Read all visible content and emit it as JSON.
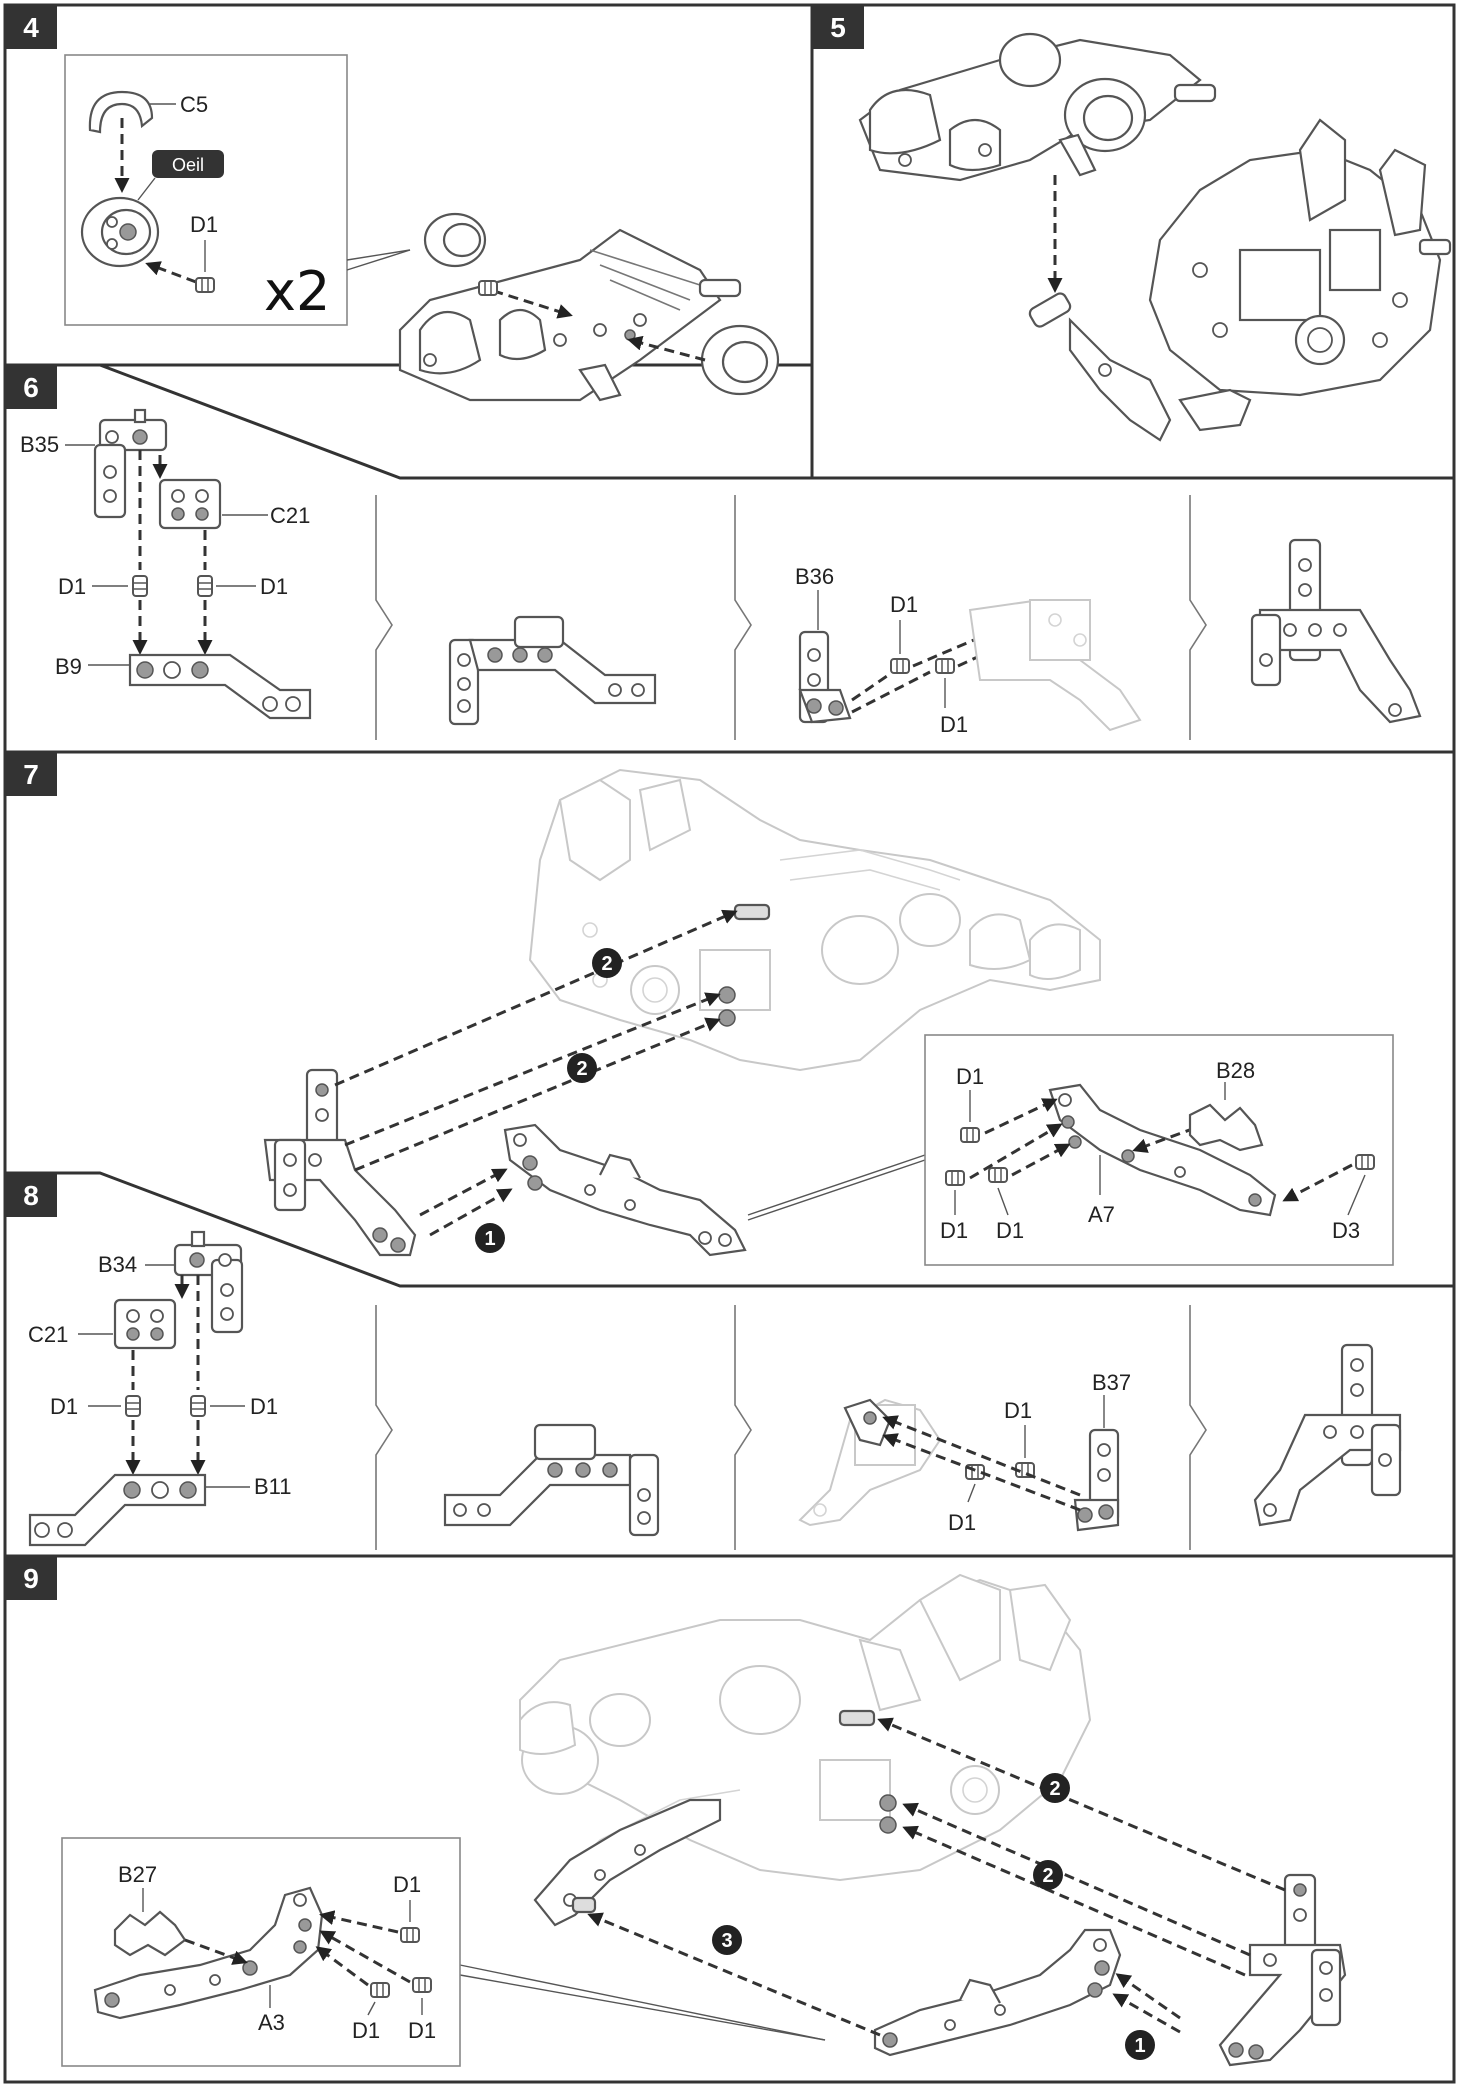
{
  "steps": {
    "s4": {
      "number": "4",
      "multiplier": "x2",
      "tag": "Oeil",
      "labels": {
        "c5": "C5",
        "d1": "D1"
      }
    },
    "s5": {
      "number": "5"
    },
    "s6": {
      "number": "6",
      "labels": {
        "b35": "B35",
        "c21": "C21",
        "d1a": "D1",
        "d1b": "D1",
        "b9": "B9",
        "b36": "B36",
        "d1c": "D1",
        "d1d": "D1"
      }
    },
    "s7": {
      "number": "7",
      "callouts": {
        "c1": "1",
        "c2a": "2",
        "c2b": "2"
      },
      "labels": {
        "d1a": "D1",
        "b28": "B28",
        "d1b": "D1",
        "d1c": "D1",
        "a7": "A7",
        "d3": "D3"
      }
    },
    "s8": {
      "number": "8",
      "labels": {
        "b34": "B34",
        "c21": "C21",
        "d1a": "D1",
        "d1b": "D1",
        "b11": "B11",
        "b37": "B37",
        "d1c": "D1",
        "d1d": "D1"
      }
    },
    "s9": {
      "number": "9",
      "callouts": {
        "c1": "1",
        "c2a": "2",
        "c2b": "2",
        "c3": "3"
      },
      "labels": {
        "b27": "B27",
        "d1a": "D1",
        "a3": "A3",
        "d1b": "D1",
        "d1c": "D1"
      }
    }
  },
  "icons": [
    "chevron-right-icon",
    "arrow-icon"
  ],
  "colors": {
    "frame": "#333333",
    "badge": "#333333",
    "part_stroke": "#555555",
    "ghost_stroke": "#c8c8c8"
  }
}
